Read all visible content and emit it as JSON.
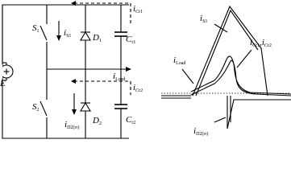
{
  "circuit": {
    "source": "E",
    "switch_top": {
      "main": "S",
      "sub": "1"
    },
    "switch_bottom": {
      "main": "S",
      "sub": "2"
    },
    "diode_top": {
      "main": "D",
      "sub": "1"
    },
    "diode_bottom": {
      "main": "D",
      "sub": "2"
    },
    "cap_top": {
      "main": "C",
      "sub": "r1"
    },
    "cap_bottom": {
      "main": "C",
      "sub": "r2"
    },
    "i_cr1": {
      "main": "i",
      "sub": "Cr1"
    },
    "i_s1": {
      "main": "i",
      "sub": "S1"
    },
    "i_load": {
      "main": "i",
      "sub": "Load"
    },
    "i_cr2": {
      "main": "i",
      "sub": "Cr2"
    },
    "i_d2rr": {
      "main": "i",
      "sub": "D2(rr)"
    }
  },
  "waveform": {
    "i_s1": {
      "main": "i",
      "sub": "S1"
    },
    "i_cr": {
      "main": "i",
      "sub": "Cr1",
      "sep": ",",
      "main2": "i",
      "sub2": "Cr2"
    },
    "i_load": {
      "main": "i",
      "sub": "Load"
    },
    "i_d2rr": {
      "main": "i",
      "sub": "D2(rr)"
    }
  }
}
